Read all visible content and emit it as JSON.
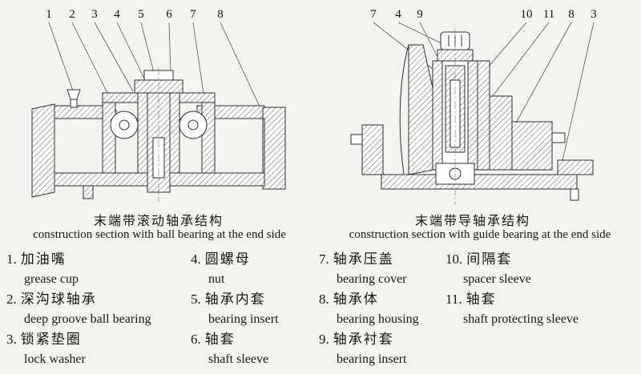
{
  "figures": {
    "left": {
      "callouts": [
        "1",
        "2",
        "3",
        "4",
        "5",
        "6",
        "7",
        "8"
      ],
      "caption_zh": "末端带滚动轴承结构",
      "caption_en": "construction section with ball bearing at the end side"
    },
    "right": {
      "callouts": [
        "7",
        "4",
        "9",
        "10",
        "11",
        "8",
        "3"
      ],
      "caption_zh": "末端带导轴承结构",
      "caption_en": "construction section with guide bearing at the end side"
    }
  },
  "legend": {
    "columns": [
      [
        {
          "num": "1.",
          "zh": "加油嘴",
          "en": "grease cup"
        },
        {
          "num": "2.",
          "zh": "深沟球轴承",
          "en": "deep groove ball bearing"
        },
        {
          "num": "3.",
          "zh": "锁紧垫圈",
          "en": "lock washer"
        }
      ],
      [
        {
          "num": "4.",
          "zh": "圆螺母",
          "en": "nut"
        },
        {
          "num": "5.",
          "zh": "轴承内套",
          "en": "bearing insert"
        },
        {
          "num": "6.",
          "zh": "轴套",
          "en": "shaft sleeve"
        }
      ],
      [
        {
          "num": "7.",
          "zh": "轴承压盖",
          "en": "bearing cover"
        },
        {
          "num": "8.",
          "zh": "轴承体",
          "en": "bearing housing"
        },
        {
          "num": "9.",
          "zh": "轴承衬套",
          "en": "bearing insert"
        }
      ],
      [
        {
          "num": "10.",
          "zh": "间隔套",
          "en": "spacer sleeve"
        },
        {
          "num": "11.",
          "zh": "轴套",
          "en": "shaft protecting sleeve"
        }
      ]
    ]
  }
}
